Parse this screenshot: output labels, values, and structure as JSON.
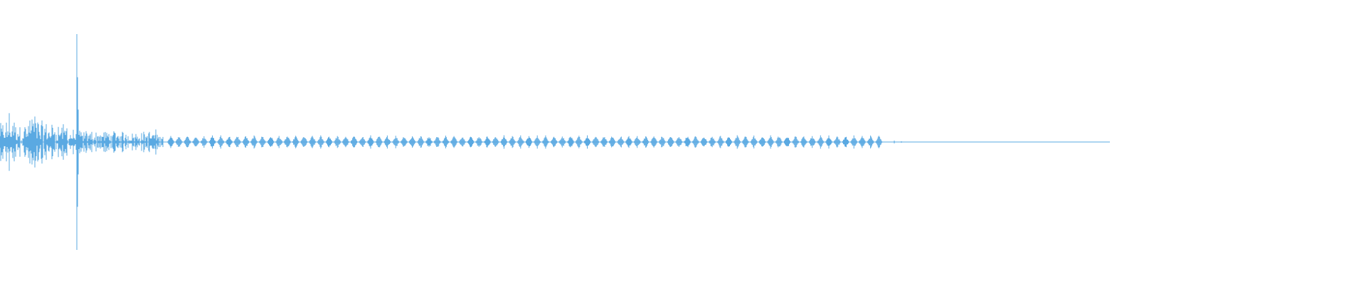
{
  "waveform": {
    "color": "#5aa9e2",
    "background": "#ffffff",
    "duration_fraction": 0.66,
    "noise_section_fraction": 0.06,
    "transient_position_fraction": 0.056,
    "transient_peak_level": 0.95,
    "noise_peak_level": 0.22,
    "pulse_peak_level": 0.06,
    "pulse_count": 86
  }
}
